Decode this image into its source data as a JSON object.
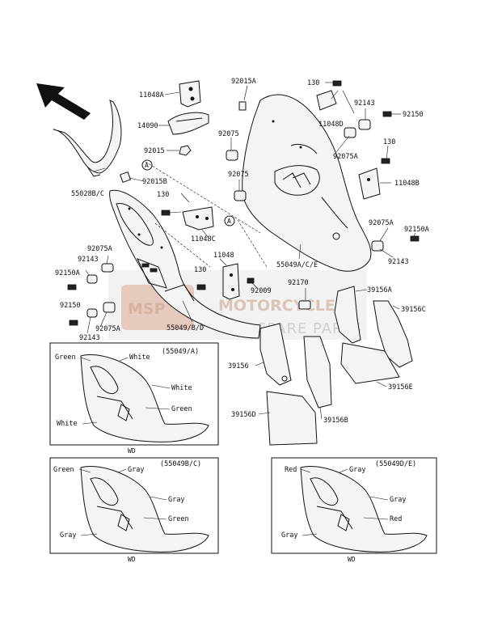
{
  "watermark": {
    "logo": "MSP",
    "line1": "MOTORCYCLE",
    "line2": "SPARE PARTS"
  },
  "callout": "A",
  "parts": {
    "p11048A": "11048A",
    "p14090": "14090",
    "p92015": "92015",
    "p92015B": "92015B",
    "p55028": "55028B/C",
    "p130a": "130",
    "p11048C": "11048C",
    "p92075Aa": "92075A",
    "p92143a": "92143",
    "p92150Aa": "92150A",
    "p92150a": "92150",
    "p92143b": "92143",
    "p92075Ab": "92075A",
    "p11048": "11048",
    "p130b": "130",
    "p55049BD": "55049/B/D",
    "p92009": "92009",
    "p92015A": "92015A",
    "p130c": "130",
    "p11048D": "11048D",
    "p92143c": "92143",
    "p92150b": "92150",
    "p92075a": "92075",
    "p92075b": "92075",
    "p92075Ac": "92075A",
    "p130d": "130",
    "p11048B": "11048B",
    "p92075Ad": "92075A",
    "p92150Ab": "92150A",
    "p92143d": "92143",
    "p55049ACE": "55049A/C/E",
    "p92170": "92170",
    "p39156A": "39156A",
    "p39156C": "39156C",
    "p39156": "39156",
    "p39156E": "39156E",
    "p39156D": "39156D",
    "p39156B": "39156B"
  },
  "insets": {
    "a": {
      "code": "(55049/A)",
      "c1": "Green",
      "c2": "White",
      "c3": "White",
      "c4": "Green",
      "c5": "White",
      "foot": "WD"
    },
    "b": {
      "code": "(55049B/C)",
      "c1": "Green",
      "c2": "Gray",
      "c3": "Gray",
      "c4": "Green",
      "c5": "Gray",
      "foot": "WD"
    },
    "c": {
      "code": "(55049D/E)",
      "c1": "Red",
      "c2": "Gray",
      "c3": "Gray",
      "c4": "Red",
      "c5": "Gray",
      "foot": "WD"
    }
  }
}
